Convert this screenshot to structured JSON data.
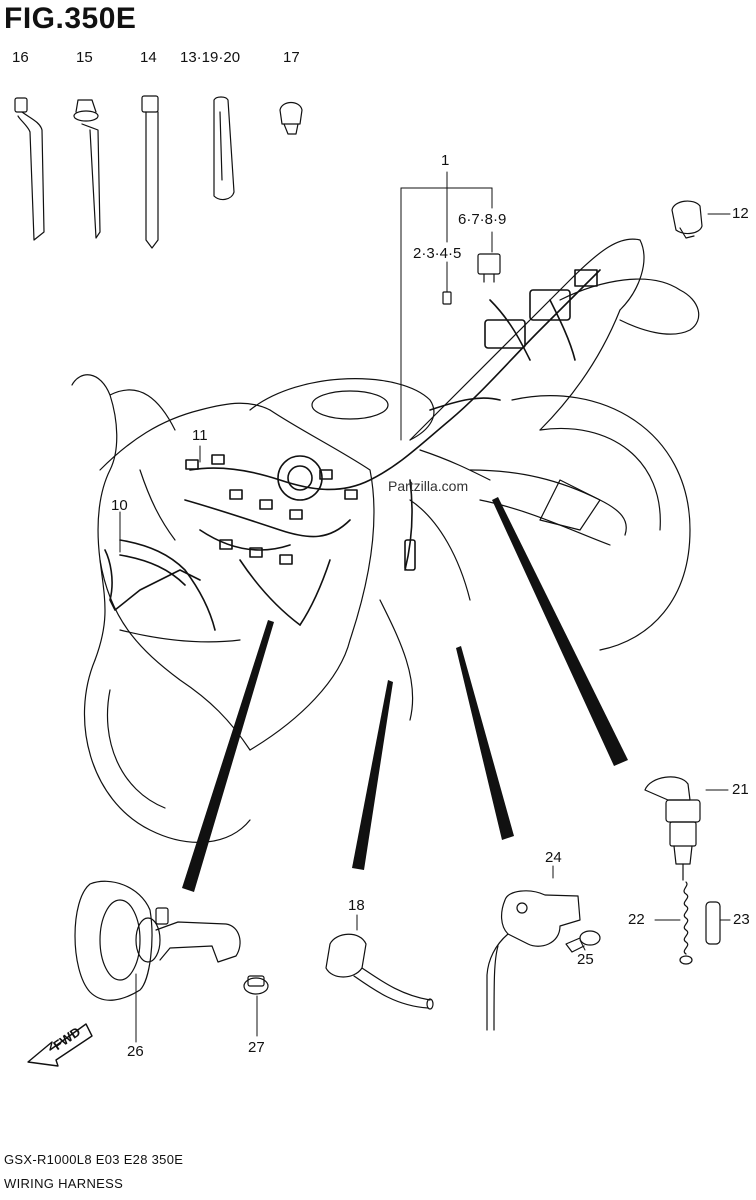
{
  "figure": {
    "title": "FIG.350E"
  },
  "callouts": {
    "c1": "1",
    "c6_9": "6·7·8·9",
    "c2_5": "2·3·4·5",
    "c16": "16",
    "c15": "15",
    "c14": "14",
    "c13_20": "13·19·20",
    "c17": "17",
    "c12": "12",
    "c11": "11",
    "c10": "10",
    "c21": "21",
    "c22": "22",
    "c23": "23",
    "c24": "24",
    "c25": "25",
    "c18": "18",
    "c26": "26",
    "c27": "27"
  },
  "watermark": "Partzilla.com",
  "direction_arrow": {
    "label": "FWD"
  },
  "footer": {
    "model_code": "GSX-R1000L8  E03  E28  350E",
    "section": "WIRING HARNESS"
  }
}
